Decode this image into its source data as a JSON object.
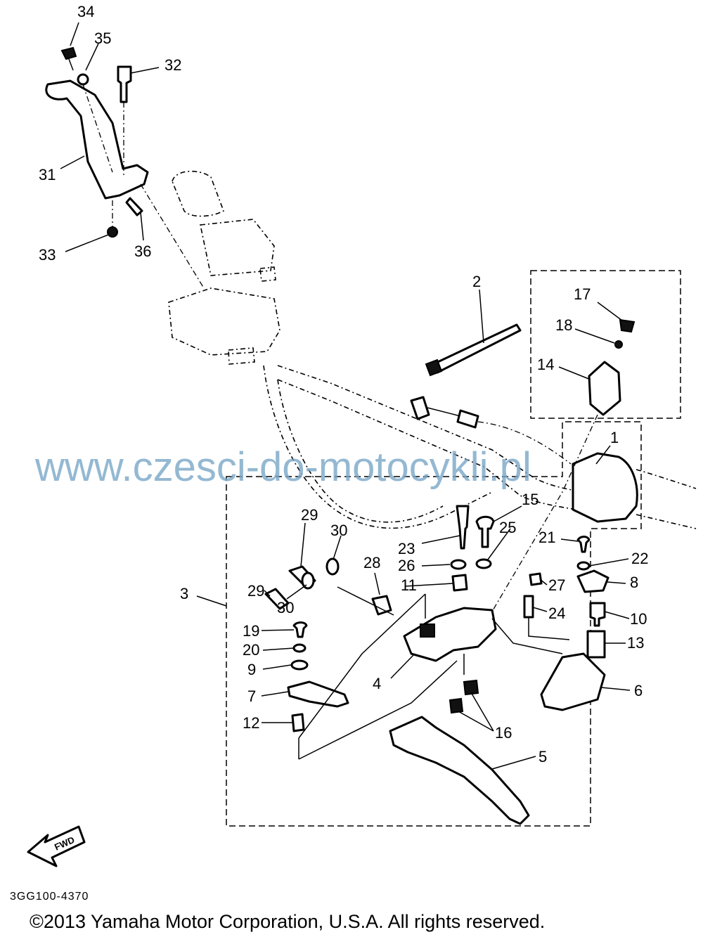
{
  "diagram": {
    "part_labels": [
      {
        "id": "34",
        "text": "34"
      },
      {
        "id": "35",
        "text": "35"
      },
      {
        "id": "32",
        "text": "32"
      },
      {
        "id": "31",
        "text": "31"
      },
      {
        "id": "33",
        "text": "33"
      },
      {
        "id": "36",
        "text": "36"
      },
      {
        "id": "2",
        "text": "2"
      },
      {
        "id": "17",
        "text": "17"
      },
      {
        "id": "18",
        "text": "18"
      },
      {
        "id": "14",
        "text": "14"
      },
      {
        "id": "1",
        "text": "1"
      },
      {
        "id": "15",
        "text": "15"
      },
      {
        "id": "29a",
        "text": "29"
      },
      {
        "id": "30a",
        "text": "30"
      },
      {
        "id": "25",
        "text": "25"
      },
      {
        "id": "23",
        "text": "23"
      },
      {
        "id": "21",
        "text": "21"
      },
      {
        "id": "28",
        "text": "28"
      },
      {
        "id": "26",
        "text": "26"
      },
      {
        "id": "22",
        "text": "22"
      },
      {
        "id": "29b",
        "text": "29"
      },
      {
        "id": "11",
        "text": "11"
      },
      {
        "id": "27",
        "text": "27"
      },
      {
        "id": "8",
        "text": "8"
      },
      {
        "id": "3",
        "text": "3"
      },
      {
        "id": "30b",
        "text": "30"
      },
      {
        "id": "24",
        "text": "24"
      },
      {
        "id": "10",
        "text": "10"
      },
      {
        "id": "19",
        "text": "19"
      },
      {
        "id": "13",
        "text": "13"
      },
      {
        "id": "20",
        "text": "20"
      },
      {
        "id": "9",
        "text": "9"
      },
      {
        "id": "4",
        "text": "4"
      },
      {
        "id": "6",
        "text": "6"
      },
      {
        "id": "7",
        "text": "7"
      },
      {
        "id": "12",
        "text": "12"
      },
      {
        "id": "16",
        "text": "16"
      },
      {
        "id": "5",
        "text": "5"
      }
    ],
    "watermark": "www.czesci-do-motocykli.pl",
    "fwd_badge": "FWD",
    "drawing_code": "3GG100-4370",
    "copyright": "©2013 Yamaha Motor Corporation, U.S.A. All rights reserved."
  }
}
